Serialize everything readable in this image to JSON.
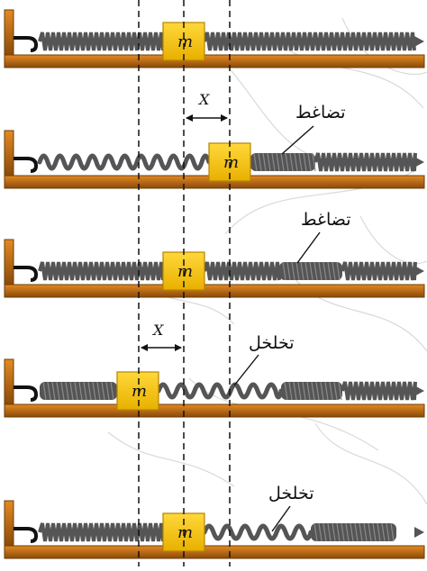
{
  "mass_label": "m",
  "displacement_label": "X",
  "compression_label": "تضاغط",
  "rarefaction_label": "تخلخل",
  "colors": {
    "base": "#c66f12",
    "base_edge": "#6e3c05",
    "mass_fill": "#f5c400",
    "mass_edge": "#b48400",
    "spring": "#555555",
    "spring_highlight": "#8a8a8a",
    "dashed_line": "#111111"
  },
  "panels": [
    {
      "state": "equilibrium",
      "labels": []
    },
    {
      "state": "displaced-right",
      "labels": [
        "compression"
      ]
    },
    {
      "state": "equilibrium-moving",
      "labels": [
        "compression"
      ]
    },
    {
      "state": "displaced-left",
      "labels": [
        "rarefaction"
      ]
    },
    {
      "state": "equilibrium-moving",
      "labels": [
        "rarefaction"
      ]
    }
  ]
}
